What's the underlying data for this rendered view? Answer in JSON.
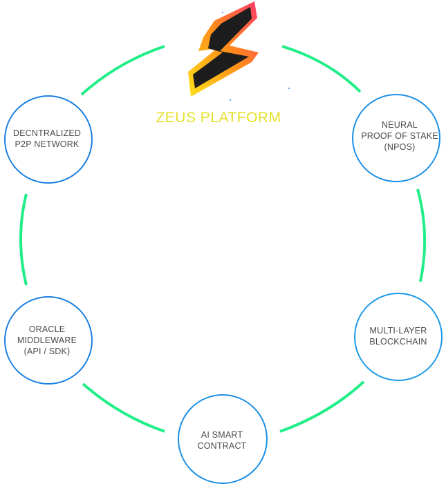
{
  "platform": {
    "title": "ZEUS PLATFORM",
    "logo_icon": "zeus-z-logo-icon"
  },
  "nodes": [
    {
      "label": "DECNTRALIZED\nP2P NETWORK"
    },
    {
      "label": "NEURAL\nPROOF OF STAKE\n(NPOS)"
    },
    {
      "label": "MULTI-LAYER\nBLOCKCHAIN"
    },
    {
      "label": "AI SMART\nCONTRACT"
    },
    {
      "label": "ORACLE\nMIDDLEWARE\n(API / SDK)"
    }
  ],
  "colors": {
    "ring_arc": "#22ee88",
    "node_stroke": "#1b7fe0",
    "title": "#e5e02a",
    "label_text": "#4a4a4a",
    "logo_fill": "#1d1d1d"
  }
}
